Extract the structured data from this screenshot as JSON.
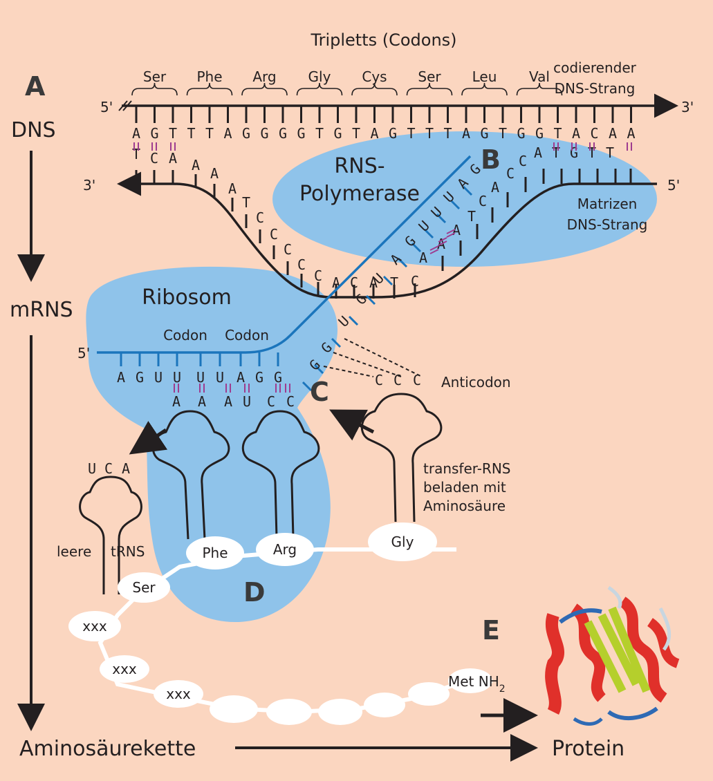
{
  "colors": {
    "background": "#fbd6c0",
    "blob": "#8fc3ea",
    "dna_strand": "#231f20",
    "mrna_strand": "#1b75bc",
    "pair_bond": "#9e3c8f",
    "helix": "#e0302a",
    "sheet": "#b5cf2c",
    "loop": "#2e6ab4",
    "coil": "#c8d6e0"
  },
  "labels": {
    "top_title": "Tripletts (Codons)",
    "coding_strand": [
      "codierender",
      "DNS-Strang"
    ],
    "template_strand": [
      "Matrizen",
      "DNS-Strang"
    ],
    "polymerase": [
      "RNS-",
      "Polymerase"
    ],
    "ribosom": "Ribosom",
    "codon1": "Codon",
    "codon2": "Codon",
    "anticodon": "Anticodon",
    "trna_loaded": [
      "transfer-RNS",
      "beladen mit",
      "Aminosäure"
    ],
    "empty_trna": [
      "leere",
      "tRNS"
    ],
    "dns": "DNS",
    "mrns": "mRNS",
    "chain": "Aminosäurekette",
    "protein": "Protein",
    "met": "Met NH",
    "nh_sub": "2",
    "five_prime": "5'",
    "three_prime": "3'"
  },
  "letters": {
    "A": "A",
    "B": "B",
    "C": "C",
    "D": "D",
    "E": "E"
  },
  "codon_names": [
    "Ser",
    "Phe",
    "Arg",
    "Gly",
    "Cys",
    "Ser",
    "Leu",
    "Val"
  ],
  "coding_seq": [
    "A",
    "G",
    "T",
    "T",
    "T",
    "A",
    "G",
    "G",
    "G",
    "G",
    "T",
    "G",
    "T",
    "A",
    "G",
    "T",
    "T",
    "T",
    "A",
    "G",
    "T",
    "G",
    "G",
    "T",
    "A",
    "C",
    "A",
    "A"
  ],
  "template_left_seq": [
    "T",
    "C",
    "A",
    "A",
    "A",
    "A",
    "T",
    "C",
    "C",
    "C",
    "C",
    "C",
    "A",
    "C",
    "A",
    "T",
    "C"
  ],
  "template_right_seq": [
    "A",
    "A",
    "A",
    "T",
    "C",
    "A",
    "C",
    "C",
    "A",
    "T",
    "G",
    "T",
    "T"
  ],
  "mrna_diag_seq": [
    "G",
    "G",
    "U",
    "G",
    "U",
    "A",
    "G",
    "U",
    "U",
    "U",
    "A",
    "G"
  ],
  "mrna_ribosome_seq": [
    "A",
    "G",
    "U",
    "U",
    "U",
    "U",
    "A",
    "G",
    "G"
  ],
  "anticodon_seq": [
    "A",
    "A",
    "A",
    "U",
    "C",
    "C"
  ],
  "incoming_anticodon": [
    "C",
    "C",
    "C"
  ],
  "leaving_anticodon": [
    "U",
    "C",
    "A"
  ],
  "amino_beads": [
    "Phe",
    "Arg",
    "Gly",
    "Ser",
    "xxx",
    "xxx",
    "xxx"
  ]
}
